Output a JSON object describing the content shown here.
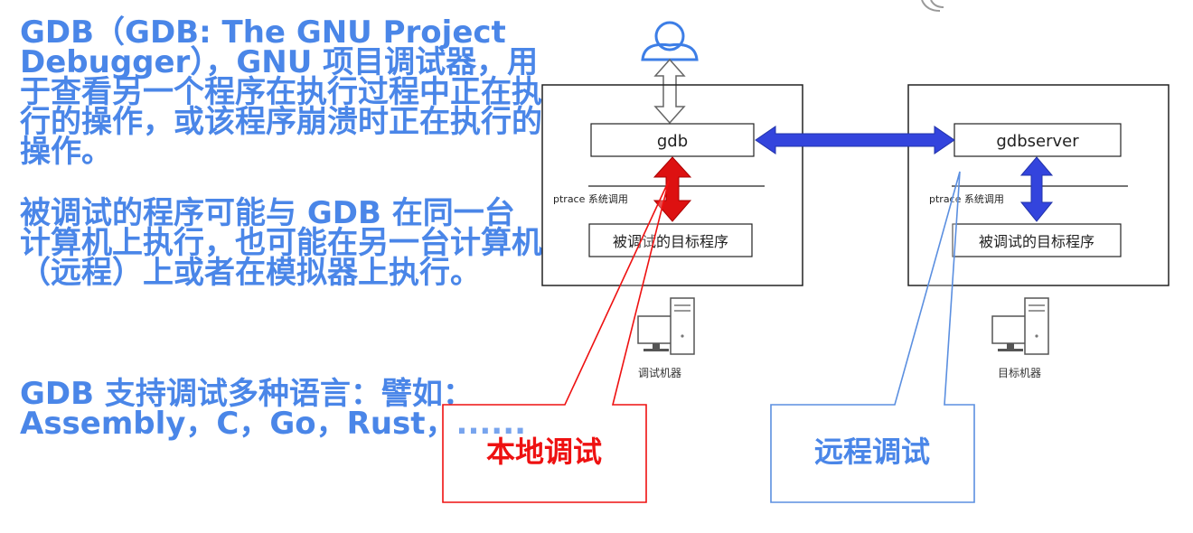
{
  "text": {
    "p1": "GDB（GDB: The GNU Project Debugger），GNU 项目调试器，用于查看另一个程序在执行过程中正在执行的操作，或该程序崩溃时正在执行的操作。",
    "p2": "被调试的程序可能与 GDB 在同一台计算机上执行，也可能在另一台计算机（远程）上或者在模拟器上执行。",
    "p3": "GDB 支持调试多种语言：譬如：Assembly，C，Go，Rust，......"
  },
  "diagram": {
    "local": {
      "gdb_label": "gdb",
      "ptrace_label": "ptrace 系统调用",
      "target_label": "被调试的目标程序",
      "machine_label": "调试机器"
    },
    "remote": {
      "gdbserver_label": "gdbserver",
      "ptrace_label": "ptrace 系统调用",
      "target_label": "被调试的目标程序",
      "machine_label": "目标机器"
    },
    "callouts": {
      "local": "本地调试",
      "remote": "远程调试"
    }
  },
  "colors": {
    "text_blue": "#4a86e8",
    "arrow_blue": "#3344dd",
    "arrow_red": "#dd1111",
    "callout_red": "#ee1111",
    "callout_blue": "#5b8fe0"
  },
  "icons": [
    "user-icon",
    "computer-icon"
  ]
}
